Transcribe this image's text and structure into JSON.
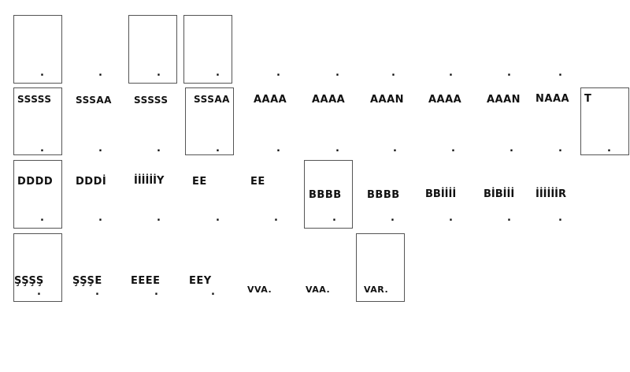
{
  "row2": [
    "SSSSS",
    "SSSAA",
    "SSSSS",
    "SSSAA",
    "AAAA",
    "AAAA",
    "AAAN",
    "AAAA",
    "AAAN",
    "NAAA",
    "T"
  ],
  "row3": [
    "DDDD",
    "DDDİ",
    "İİİİİİY",
    "EE",
    "EE",
    "BBBB",
    "BBBB",
    "BBİİİİ",
    "BİBİİİ",
    "İİİİİİR"
  ],
  "row4": [
    "ŞŞŞŞ",
    "ŞŞŞE",
    "EEEE",
    "EEY",
    "VVA.",
    "VAA.",
    "VAR."
  ],
  "dot": "."
}
